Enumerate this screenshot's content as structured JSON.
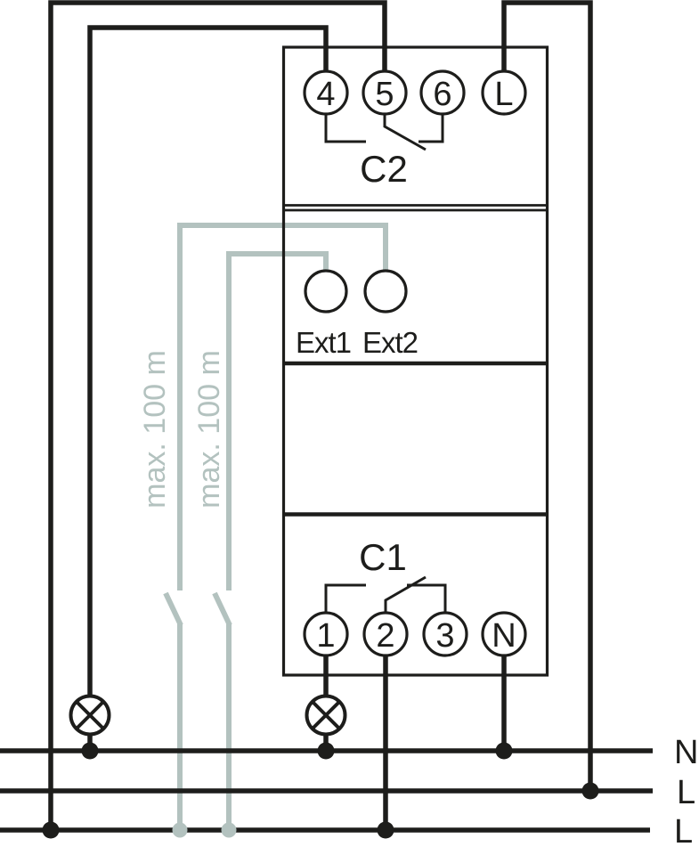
{
  "diagram_type": "timer-relay-wiring-diagram",
  "device": {
    "channel_c2": {
      "label": "C2",
      "terminals": [
        "4",
        "5",
        "6",
        "L"
      ]
    },
    "ext_inputs": {
      "labels": [
        "Ext1",
        "Ext2"
      ]
    },
    "channel_c1": {
      "label": "C1",
      "terminals": [
        "1",
        "2",
        "3",
        "N"
      ]
    }
  },
  "power_bus": {
    "labels": [
      "N",
      "L",
      "L"
    ]
  },
  "wire_annotations": {
    "ext1_max_length": "max. 100 m",
    "ext2_max_length": "max. 100 m"
  },
  "colors": {
    "line_black": "#1d1d1b",
    "control_wire_gray": "#b3c2bf",
    "background": "#ffffff"
  }
}
